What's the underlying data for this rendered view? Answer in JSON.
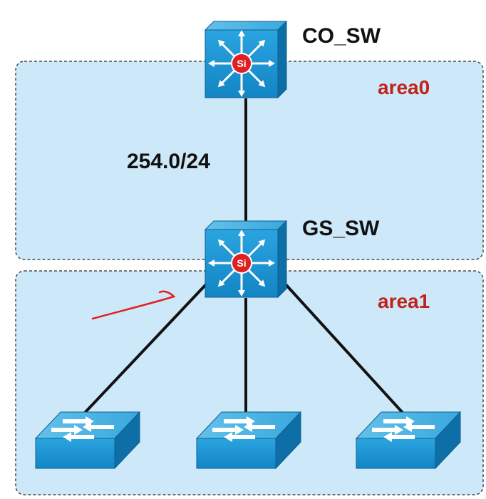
{
  "areas": [
    {
      "label": "area0",
      "color": "#c0231b"
    },
    {
      "label": "area1",
      "color": "#c0231b"
    }
  ],
  "nodes": {
    "core_switch": {
      "label": "CO_SW",
      "badge": "Si",
      "icon": "layer3-switch-icon"
    },
    "distribution_switch": {
      "label": "GS_SW",
      "badge": "Si",
      "icon": "layer3-switch-icon"
    },
    "access_switches": [
      {
        "icon": "layer2-switch-icon"
      },
      {
        "icon": "layer2-switch-icon"
      },
      {
        "icon": "layer2-switch-icon"
      }
    ]
  },
  "links": {
    "core_to_dist": {
      "label": "254.0/24"
    }
  },
  "colors": {
    "area_fill": "#cde9f9",
    "switch_front": "#1f95d2",
    "switch_side": "#0d6fa6",
    "switch_top": "#4fb4e3",
    "badge": "#e02020",
    "annotation": "#e02020"
  }
}
